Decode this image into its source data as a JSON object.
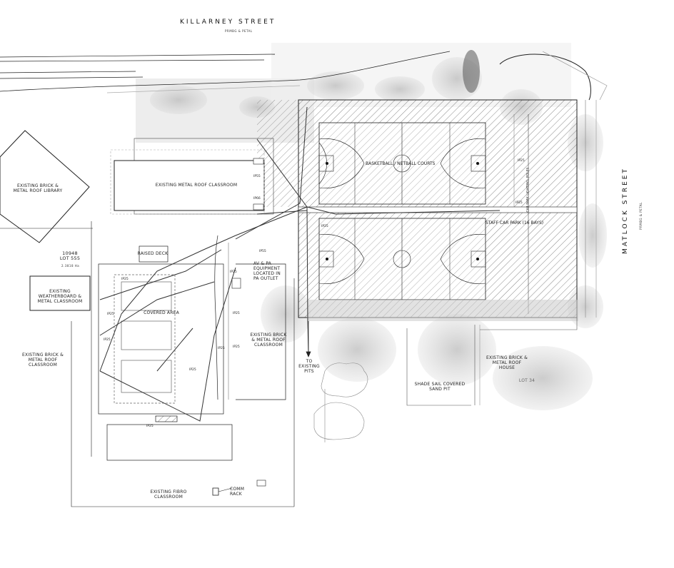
{
  "streets": {
    "top": "KILLARNEY STREET",
    "top_sub": "PRMBG & PETAL",
    "right": "MATLOCK STREET",
    "right_sub": "PRMBG & PETAL"
  },
  "buildings": {
    "library": "EXISTING BRICK &\nMETAL ROOF LIBRARY",
    "metal_roof_classroom": "EXISTING METAL ROOF CLASSROOM",
    "weatherboard": "EXISTING WEATHERBOARD &\nMETAL CLASSROOM",
    "brick_metal_left": "EXISTING BRICK &\nMETAL ROOF\nCLASSROOM",
    "brick_metal_center": "EXISTING BRICK\n& METAL ROOF\nCLASSROOM",
    "fibro": "EXISTING FIBRO\nCLASSROOM",
    "house": "EXISTING BRICK &\nMETAL ROOF\nHOUSE",
    "raised_deck": "RAISED DECK",
    "covered_area": "COVERED AREA"
  },
  "areas": {
    "courts": "BASKETBALL / NETBALL COURTS",
    "car_park": "STAFF CAR PARK (16 BAYS)",
    "shade_sail": "SHADE SAIL COVERED\nSAND PIT",
    "lot_left": "10948\nLOT 555",
    "lot_left_area": "2.3818 Ha",
    "lot_right": "LOT 34"
  },
  "annotations": {
    "av_pa": "AV & PA\nEQUIPMENT\nLOCATED IN\nPA OUTLET",
    "to_pits": "TO\nEXISTING\nPITS",
    "comm_rack": "COMM\nRACK",
    "car_park_vert": "CAR PARK LIGHTING, POLES"
  },
  "pole_tags": [
    "IP25",
    "IP25",
    "IP25",
    "IP25",
    "IP25",
    "IP25",
    "IP25",
    "IP55",
    "IP55",
    "IP66",
    "IP25",
    "IP25",
    "IP25",
    "IP25",
    "IP25"
  ],
  "palette": {
    "line": "#222222",
    "faint": "#9a9a9a",
    "veg": "#bdbdbd",
    "hatch": "#555555",
    "shade": "#d9d9d9"
  }
}
